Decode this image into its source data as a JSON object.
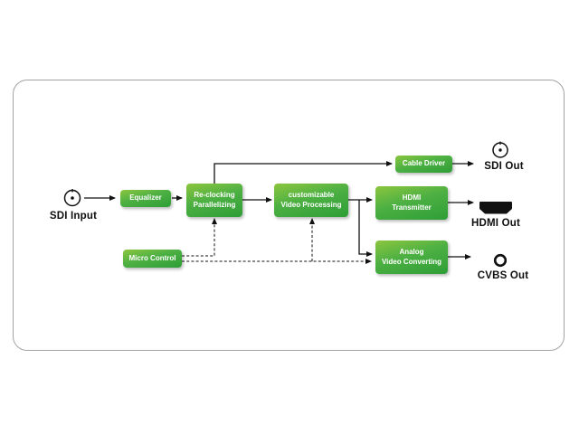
{
  "input": {
    "label": "SDI Input"
  },
  "blocks": {
    "equalizer": {
      "label": "Equalizer"
    },
    "reclocking": {
      "line1": "Re-clocking",
      "line2": "Parallelizing"
    },
    "video_processing": {
      "line1": "customizable",
      "line2": "Video Processing"
    },
    "cable_driver": {
      "label": "Cable Driver"
    },
    "hdmi_transmitter": {
      "line1": "HDMI",
      "line2": "Transmitter"
    },
    "micro_control": {
      "label": "Micro Control"
    },
    "analog_converting": {
      "line1": "Analog",
      "line2": "Video Converting"
    }
  },
  "outputs": {
    "sdi": {
      "label": "SDI Out"
    },
    "hdmi": {
      "label": "HDMI Out"
    },
    "cvbs": {
      "label": "CVBS Out"
    }
  },
  "icons": {
    "input_connector": "bnc-connector-icon",
    "sdi_out_connector": "bnc-connector-icon",
    "hdmi_out_connector": "hdmi-connector-icon",
    "cvbs_out_connector": "rca-connector-icon"
  },
  "colors": {
    "block_gradient_top": "#8cc63e",
    "block_gradient_bottom": "#2e9e36",
    "block_text": "#ffffff",
    "wire": "#111111",
    "panel_border": "#a3a3a3"
  }
}
